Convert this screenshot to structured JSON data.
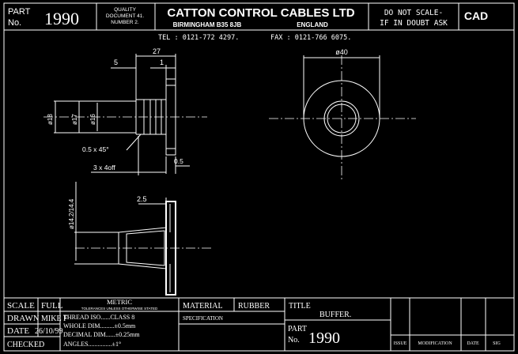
{
  "header": {
    "part_label_1": "PART",
    "part_label_2": "No.",
    "part_number": "1990",
    "quality_doc_1": "QUALITY",
    "quality_doc_2": "DOCUMENT 41.",
    "quality_doc_3": "NUMBER 2.",
    "company": "CATTON CONTROL CABLES LTD",
    "city": "BIRMINGHAM B35 8JB",
    "country": "ENGLAND",
    "tel": "TEL : 0121-772 4297.",
    "fax": "FAX : 0121-766 6075.",
    "warning_1": "DO NOT SCALE-",
    "warning_2": "IF IN DOUBT ASK",
    "cad": "CAD"
  },
  "dimensions": {
    "d27": "27",
    "d5": "5",
    "d1": "1",
    "d40": "ø40",
    "d18": "ø18",
    "d17": "ø17",
    "d16": "ø16",
    "chamfer": "0.5 x 45°",
    "grooves": "3 x 4off",
    "d05": "0.5",
    "d14": "ø14.2/14.4",
    "d25": "2.5"
  },
  "title_block": {
    "scale_label": "SCALE",
    "scale_value": "FULL",
    "drawn_label": "DRAWN",
    "drawn_value": "MIKE F",
    "date_label": "DATE",
    "date_value": "26/10/99",
    "checked_label": "CHECKED",
    "metric_title": "METRIC",
    "metric_sub": "TOLERANCES UNLESS OTHERWISE STATED",
    "tol_1": "THREAD ISO......CLASS 8",
    "tol_2": "WHOLE DIM.........±0.5mm",
    "tol_3": "DECIMAL DIM......±0.25mm",
    "tol_4": "ANGLES...............±1°",
    "material_label": "MATERIAL",
    "material_value": "RUBBER",
    "spec_label": "SPECIFICATION",
    "title_label": "TITLE",
    "title_value": "BUFFER.",
    "part_label_1": "PART",
    "part_label_2": "No.",
    "part_number": "1990",
    "rev_issue": "ISSUE",
    "rev_mod": "MODIFICATION",
    "rev_date": "DATE",
    "rev_sig": "SIG"
  }
}
